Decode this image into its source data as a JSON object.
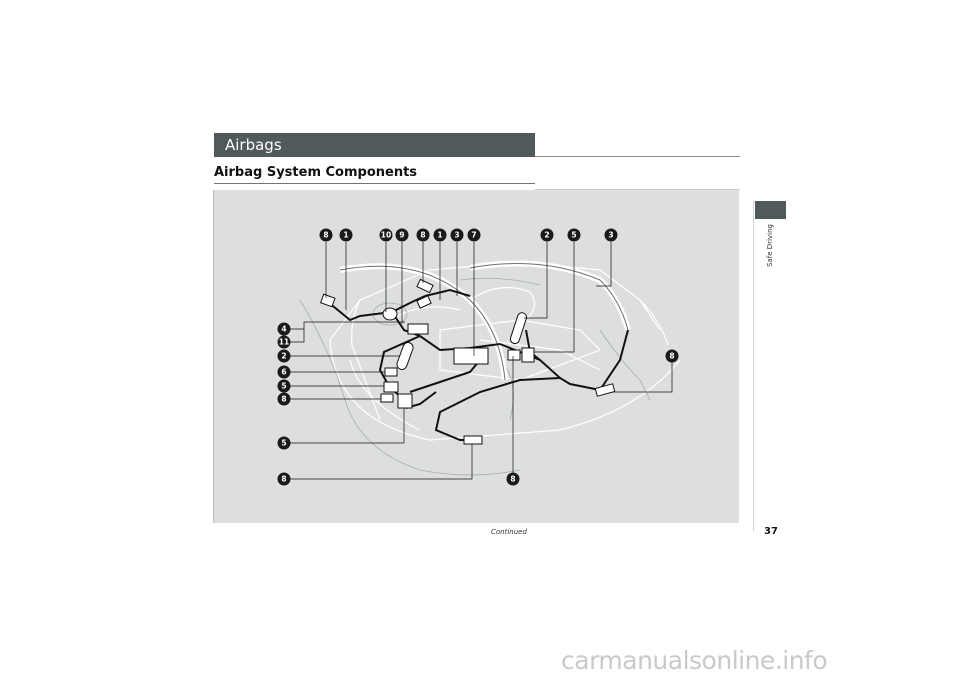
{
  "header": {
    "title": "Airbags"
  },
  "section": {
    "title": "Airbag System Components"
  },
  "side_tab": {
    "label": "Safe Driving"
  },
  "footer": {
    "continued": "Continued",
    "page_number": "37"
  },
  "watermark": {
    "text": "carmanualsonline.info"
  },
  "figure": {
    "callouts": [
      "8",
      "1",
      "10",
      "9",
      "8",
      "1",
      "3",
      "7",
      "2",
      "5",
      "3",
      "4",
      "11",
      "2",
      "6",
      "5",
      "8",
      "5",
      "8",
      "8",
      "8"
    ]
  },
  "colors": {
    "header_bg": "#505a5b",
    "figure_bg": "#dcdfde",
    "callout_bg": "#1a1a1a"
  }
}
